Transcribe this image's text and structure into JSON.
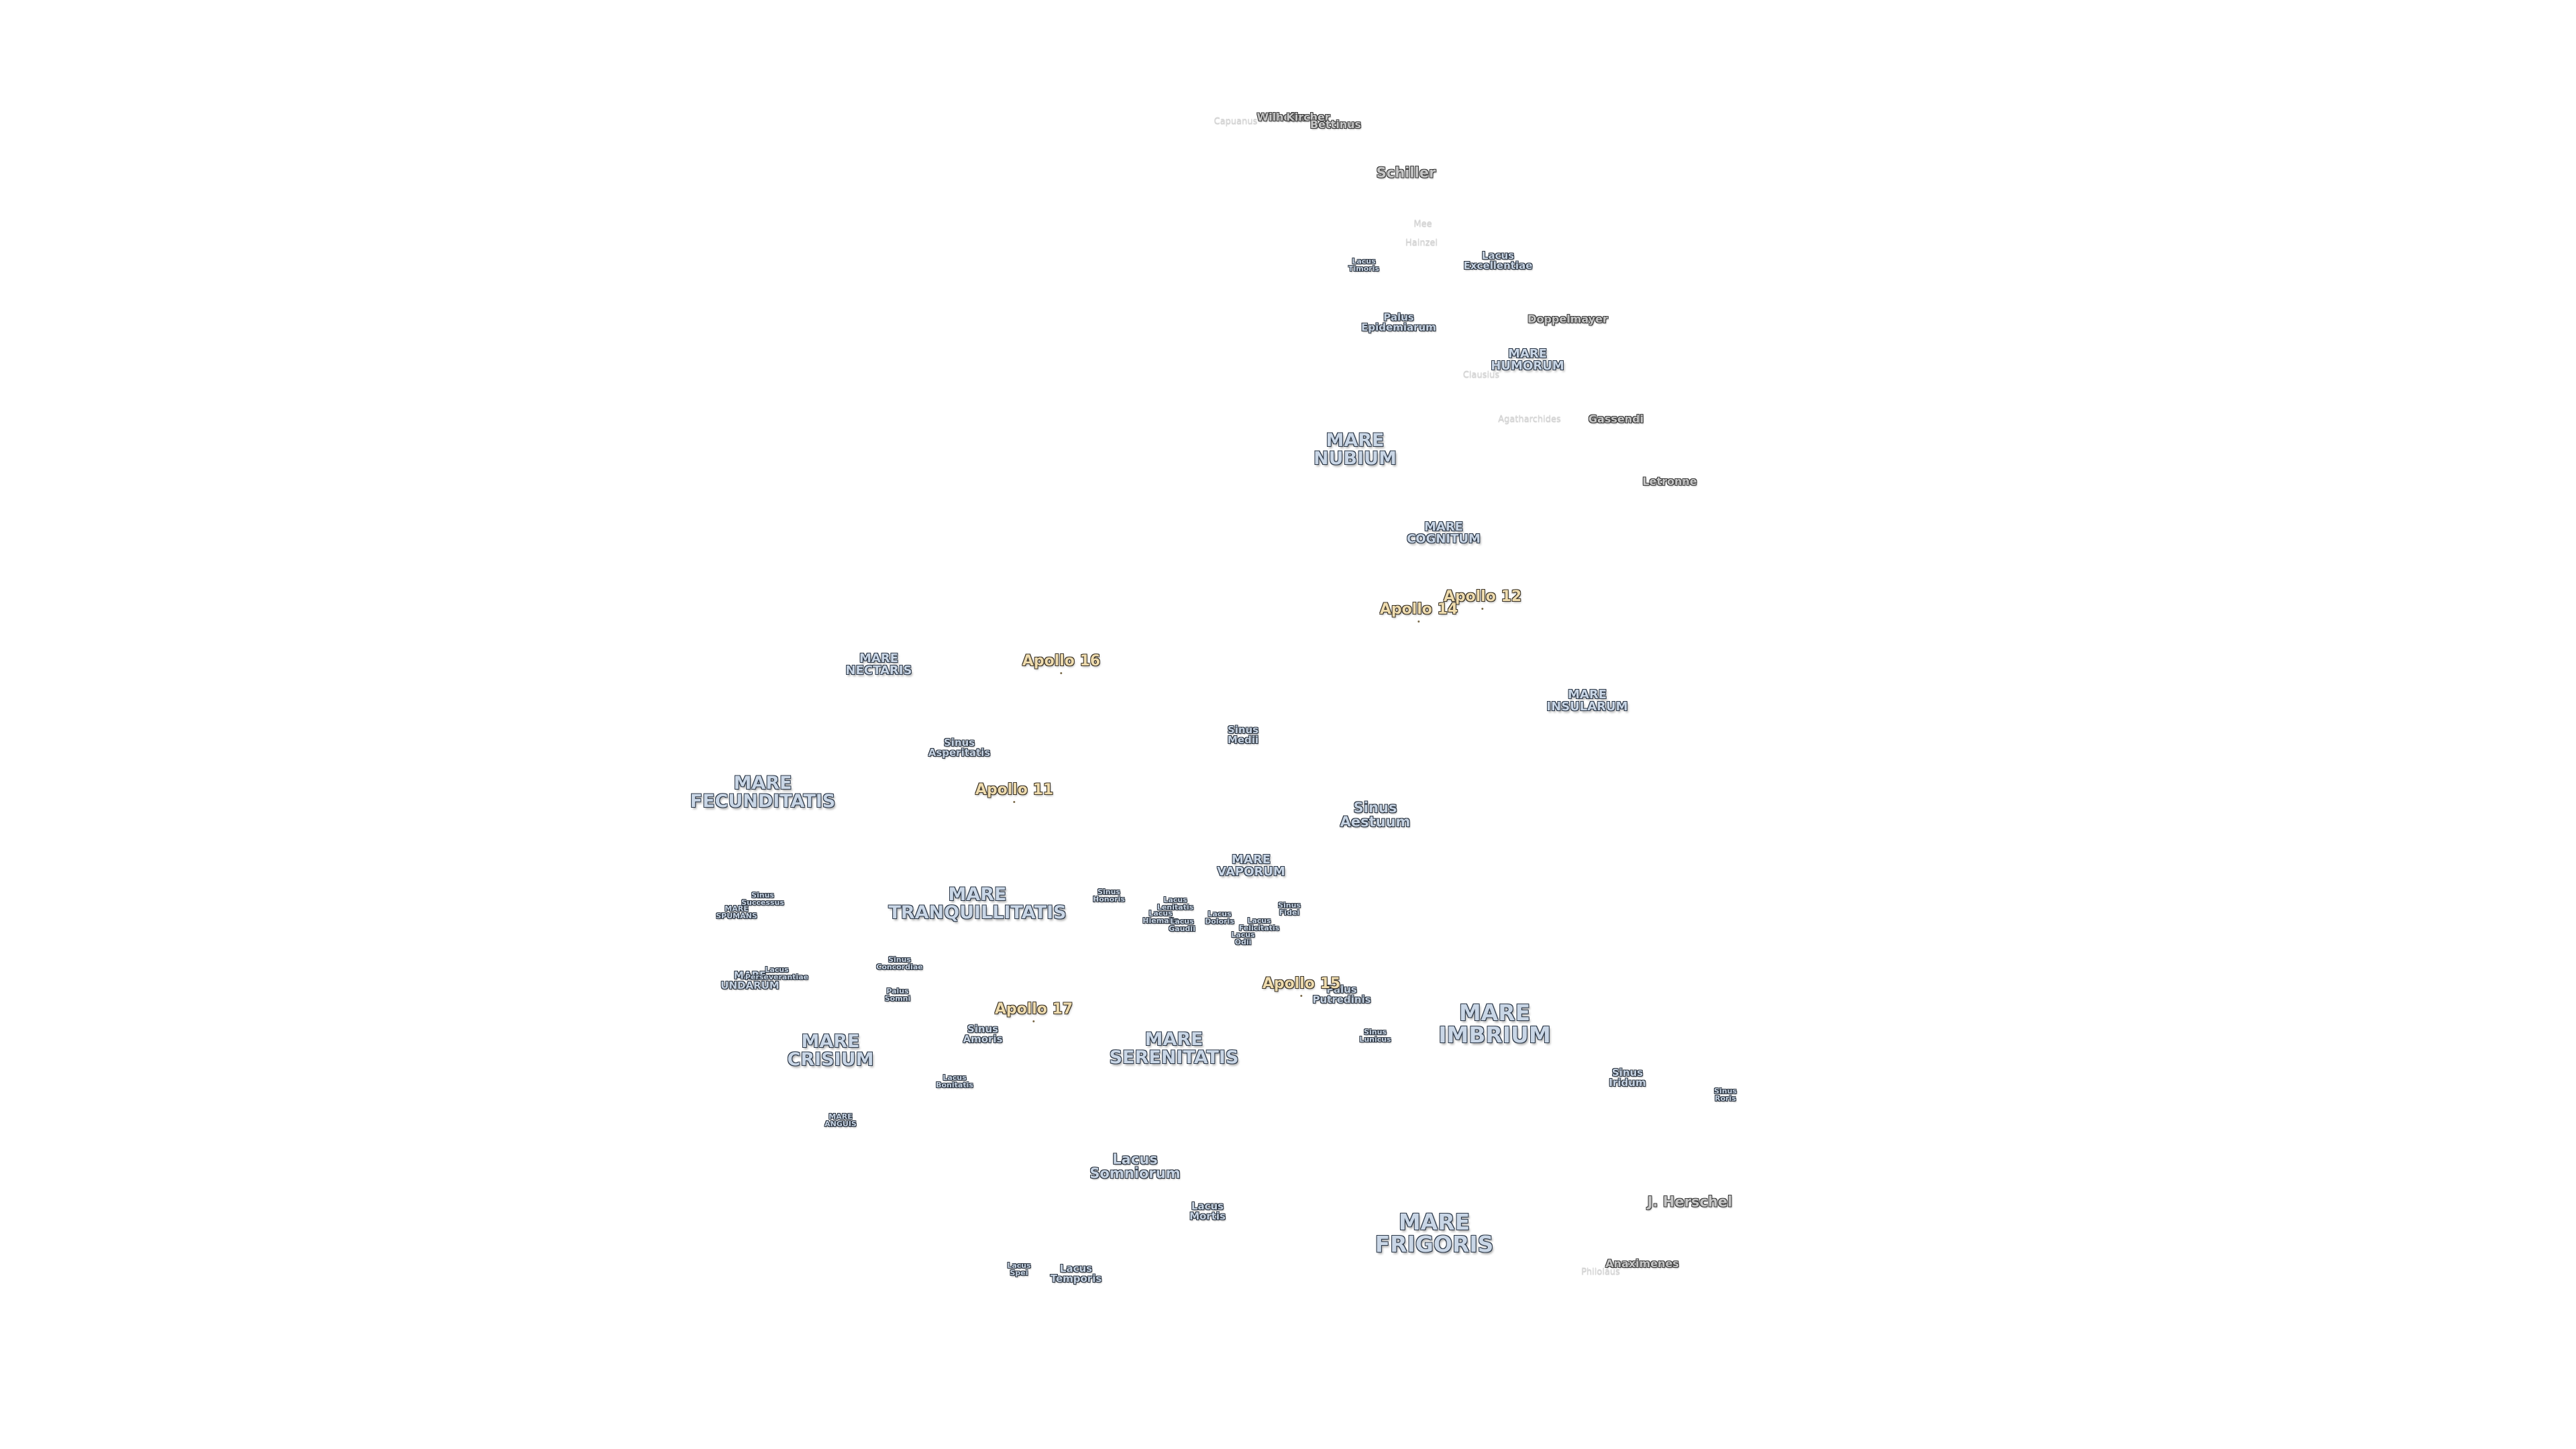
{
  "map": {
    "labels": [
      {
        "id": "mare-frigoris",
        "text": "MARE\nFRIGORIS",
        "kind": "mare lg"
      },
      {
        "id": "mare-imbrium",
        "text": "MARE\nIMBRIUM",
        "kind": "mare lg"
      },
      {
        "id": "mare-serenitatis",
        "text": "MARE\nSERENITATIS",
        "kind": "mare"
      },
      {
        "id": "mare-tranquillitatis",
        "text": "MARE\nTRANQUILLITATIS",
        "kind": "mare"
      },
      {
        "id": "mare-crisium",
        "text": "MARE\nCRISIUM",
        "kind": "mare"
      },
      {
        "id": "mare-fecunditatis",
        "text": "MARE\nFECUNDITATIS",
        "kind": "mare"
      },
      {
        "id": "mare-nectaris",
        "text": "MARE\nNECTARIS",
        "kind": "mare sm"
      },
      {
        "id": "mare-nubium",
        "text": "MARE\nNUBIUM",
        "kind": "mare"
      },
      {
        "id": "mare-humorum",
        "text": "MARE\nHUMORUM",
        "kind": "mare sm"
      },
      {
        "id": "mare-cognitum",
        "text": "MARE\nCOGNITUM",
        "kind": "mare sm"
      },
      {
        "id": "mare-insularum",
        "text": "MARE\nINSULARUM",
        "kind": "mare sm"
      },
      {
        "id": "mare-vaporum",
        "text": "MARE\nVAPORUM",
        "kind": "mare sm"
      },
      {
        "id": "mare-undarum",
        "text": "MARE\nUNDARUM",
        "kind": "feat"
      },
      {
        "id": "mare-spumans",
        "text": "MARE\nSPUMANS",
        "kind": "feat xs"
      },
      {
        "id": "mare-anguis",
        "text": "MARE\nANGUIS",
        "kind": "feat xs"
      },
      {
        "id": "lacus-somniorum",
        "text": "Lacus\nSomniorum",
        "kind": "feat md"
      },
      {
        "id": "lacus-mortis",
        "text": "Lacus\nMortis",
        "kind": "feat"
      },
      {
        "id": "lacus-temporis",
        "text": "Lacus\nTemporis",
        "kind": "feat"
      },
      {
        "id": "lacus-spei",
        "text": "Lacus\nSpei",
        "kind": "feat xs"
      },
      {
        "id": "lacus-bonitatis",
        "text": "Lacus\nBonitatis",
        "kind": "feat xs"
      },
      {
        "id": "lacus-perseverantiae",
        "text": "Lacus\nPerseverantiae",
        "kind": "feat xs"
      },
      {
        "id": "lacus-timoris",
        "text": "Lacus\nTimoris",
        "kind": "feat xs"
      },
      {
        "id": "lacus-excellentiae",
        "text": "Lacus\nExcellentiae",
        "kind": "feat"
      },
      {
        "id": "lacus-lenitatis",
        "text": "Lacus\nLenitatis",
        "kind": "feat xs"
      },
      {
        "id": "lacus-hiemalis",
        "text": "Lacus\nHiemalis",
        "kind": "feat xs"
      },
      {
        "id": "lacus-gaudii",
        "text": "Lacus\nGaudii",
        "kind": "feat xs"
      },
      {
        "id": "lacus-doloris",
        "text": "Lacus\nDoloris",
        "kind": "feat xs"
      },
      {
        "id": "lacus-felicitatis",
        "text": "Lacus\nFelicitatis",
        "kind": "feat xs"
      },
      {
        "id": "lacus-odii",
        "text": "Lacus\nOdii",
        "kind": "feat xs"
      },
      {
        "id": "sinus-iridum",
        "text": "Sinus\nIridum",
        "kind": "feat"
      },
      {
        "id": "sinus-roris",
        "text": "Sinus\nRoris",
        "kind": "feat xs"
      },
      {
        "id": "sinus-amoris",
        "text": "Sinus\nAmoris",
        "kind": "feat"
      },
      {
        "id": "sinus-concordiae",
        "text": "Sinus\nConcordiae",
        "kind": "feat xs"
      },
      {
        "id": "sinus-successus",
        "text": "Sinus\nSuccessus",
        "kind": "feat xs"
      },
      {
        "id": "sinus-asperitatis",
        "text": "Sinus\nAsperitatis",
        "kind": "feat"
      },
      {
        "id": "sinus-medii",
        "text": "Sinus\nMedii",
        "kind": "feat"
      },
      {
        "id": "sinus-aestuum",
        "text": "Sinus\nAestuum",
        "kind": "feat md"
      },
      {
        "id": "sinus-honoris",
        "text": "Sinus\nHonoris",
        "kind": "feat xs"
      },
      {
        "id": "sinus-fidei",
        "text": "Sinus\nFidei",
        "kind": "feat xs"
      },
      {
        "id": "sinus-lunicus",
        "text": "Sinus\nLunicus",
        "kind": "feat xs"
      },
      {
        "id": "palus-somni",
        "text": "Palus\nSomni",
        "kind": "feat xs"
      },
      {
        "id": "palus-putredinis",
        "text": "Palus\nPutredinis",
        "kind": "feat"
      },
      {
        "id": "palus-epidemiarum",
        "text": "Palus\nEpidemiarum",
        "kind": "feat"
      },
      {
        "id": "apollo-11",
        "text": "Apollo 11",
        "kind": "apollo"
      },
      {
        "id": "apollo-12",
        "text": "Apollo 12",
        "kind": "apollo"
      },
      {
        "id": "apollo-14",
        "text": "Apollo 14",
        "kind": "apollo"
      },
      {
        "id": "apollo-15",
        "text": "Apollo 15",
        "kind": "apollo"
      },
      {
        "id": "apollo-16",
        "text": "Apollo 16",
        "kind": "apollo"
      },
      {
        "id": "apollo-17",
        "text": "Apollo 17",
        "kind": "apollo"
      },
      {
        "id": "schiller",
        "text": "Schiller",
        "kind": "crater md"
      },
      {
        "id": "gassendi",
        "text": "Gassendi",
        "kind": "crater"
      },
      {
        "id": "letronne",
        "text": "Letronne",
        "kind": "crater"
      },
      {
        "id": "doppelmayer",
        "text": "Doppelmayer",
        "kind": "crater"
      },
      {
        "id": "j-herschel",
        "text": "J. Herschel",
        "kind": "crater md"
      },
      {
        "id": "anaximenes",
        "text": "Anaximenes",
        "kind": "crater"
      },
      {
        "id": "philolaus",
        "text": "Philolaus",
        "kind": "faint"
      },
      {
        "id": "mee",
        "text": "Mee",
        "kind": "faint"
      },
      {
        "id": "hainzel",
        "text": "Hainzel",
        "kind": "faint"
      },
      {
        "id": "clausius",
        "text": "Clausius",
        "kind": "faint"
      },
      {
        "id": "agatharchides",
        "text": "Agatharchides",
        "kind": "faint"
      },
      {
        "id": "wilhelm",
        "text": "Wilhelm",
        "kind": "crater"
      },
      {
        "id": "kircher",
        "text": "Kircher",
        "kind": "crater"
      },
      {
        "id": "bettinus",
        "text": "Bettinus",
        "kind": "crater"
      },
      {
        "id": "capuanus",
        "text": "Capuanus",
        "kind": "faint"
      }
    ]
  }
}
